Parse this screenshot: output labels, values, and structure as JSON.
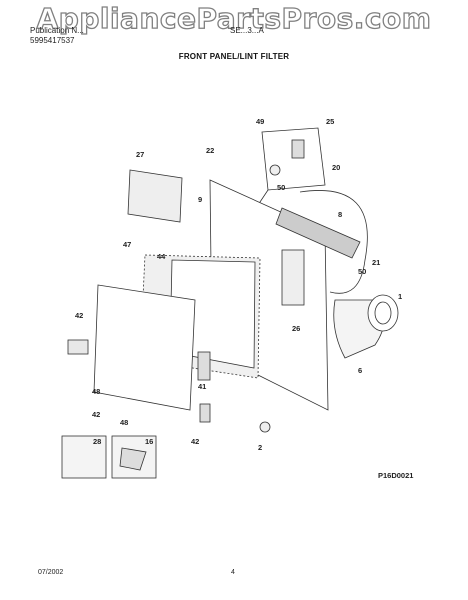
{
  "watermark": "AppliancePartsPros.com",
  "header": {
    "publication_label": "Publication N...",
    "publication_number": "5995417537",
    "model_fragment": "SE...3...A",
    "section_title": "FRONT PANEL/LINT FILTER"
  },
  "callouts": [
    "49",
    "25",
    "27",
    "22",
    "20",
    "50",
    "9",
    "8",
    "47",
    "44",
    "21",
    "50",
    "1",
    "42",
    "26",
    "6",
    "48",
    "41",
    "42",
    "48",
    "28",
    "16",
    "42",
    "2"
  ],
  "figure_id": "P16D0021",
  "footer": {
    "date": "07/2002",
    "page": "4"
  }
}
